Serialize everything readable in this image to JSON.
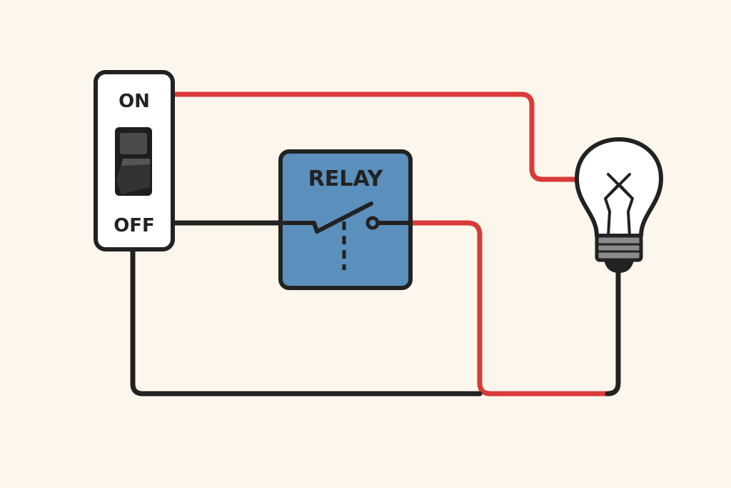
{
  "colors": {
    "background": "#fdf6ec",
    "wire_live": "#d93a3a",
    "wire_neutral": "#222222",
    "relay_fill": "#5b8fbc",
    "switch_body": "#ffffff",
    "bulb_glass": "#ffffff",
    "bulb_base": "#8a8a8a"
  },
  "switch": {
    "on_label": "ON",
    "off_label": "OFF"
  },
  "relay": {
    "label": "RELAY"
  },
  "icons": {
    "switch": "toggle-switch-icon",
    "relay_contact": "relay-contact-icon",
    "bulb": "light-bulb-icon"
  }
}
